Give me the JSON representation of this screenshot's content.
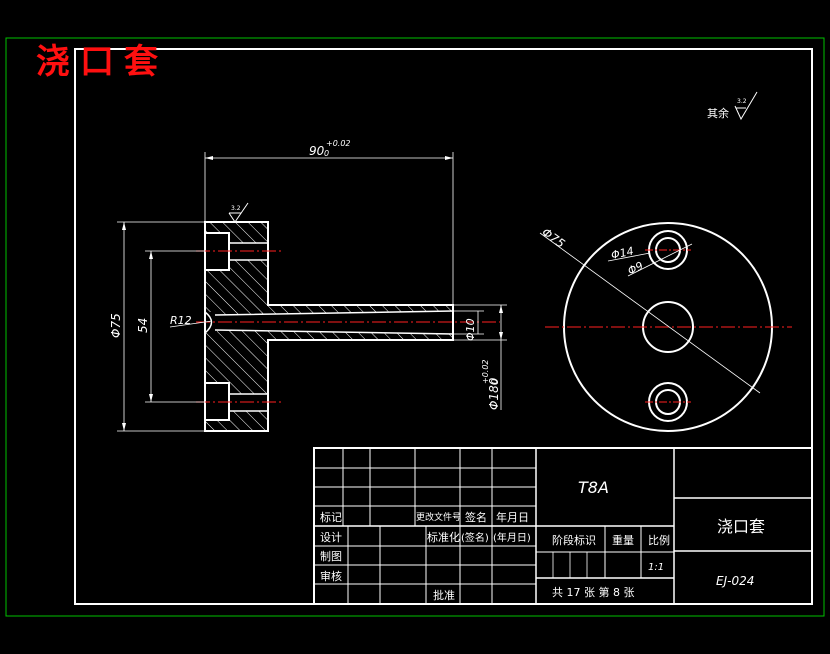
{
  "drawing_title": "浇口套",
  "roughness_note": {
    "label": "其余",
    "value": "3.2"
  },
  "front_view": {
    "dim_length": "90",
    "dim_length_tol_upper": "+0.02",
    "dim_length_tol_lower": "0",
    "roughness_value": "3.2",
    "dim_outer_dia": "Φ75",
    "dim_bolt_circle": "54",
    "dim_radius": "R12",
    "dim_bore": "Φ10",
    "dim_flange_dia": "Φ180",
    "dim_flange_tol_upper": "+0.02",
    "dim_flange_tol_lower": "0"
  },
  "side_view": {
    "dim_outer_dia": "Φ75",
    "dim_cbore_dia": "Φ14",
    "dim_hole_dia": "Φ9"
  },
  "title_block": {
    "material": "T8A",
    "part_name": "浇口套",
    "drawing_number": "EJ-024",
    "scale": "1:1",
    "sheet_info": "共 17 张   第 8 张",
    "header_labels": {
      "mark": "标记",
      "change_doc": "更改文件号",
      "signature": "签名",
      "date": "年月日"
    },
    "row_labels": {
      "design": "设计",
      "drafting": "制图",
      "review": "审核",
      "approve": "批准",
      "standardize": "标准化",
      "std_signature": "(签名)",
      "std_date": "(年月日)"
    },
    "stage_mark": "阶段标识",
    "weight": "重量",
    "ratio": "比例"
  },
  "colors": {
    "background": "#000000",
    "line": "#ffffff",
    "centerline": "#ff2020",
    "title": "#ff1010",
    "viewport_border": "#00c000"
  }
}
